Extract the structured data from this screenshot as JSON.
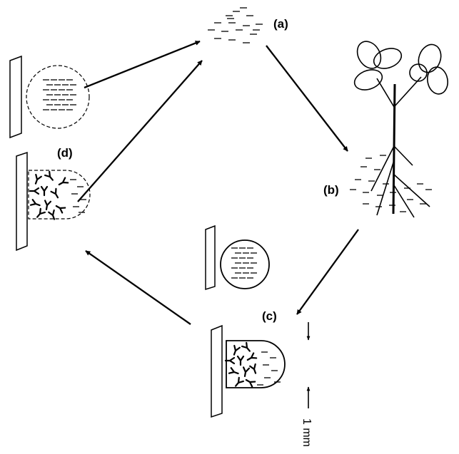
{
  "labels": {
    "a": "(a)",
    "b": "(b)",
    "c": "(c)",
    "d": "(d)"
  },
  "scale_bar": "1 mm"
}
